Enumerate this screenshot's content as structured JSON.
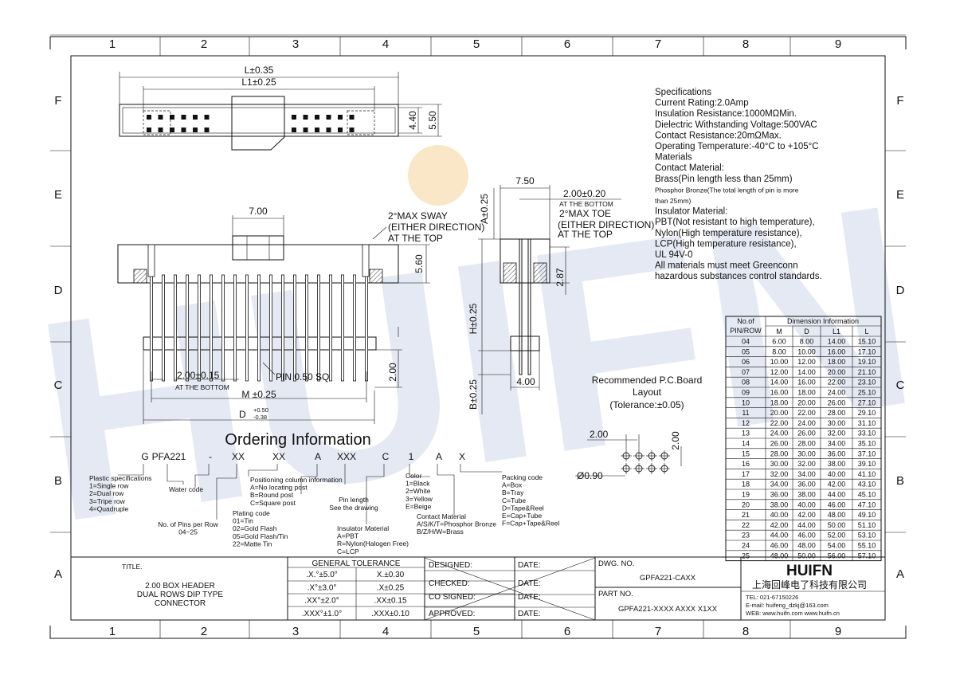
{
  "zones": {
    "columns": [
      "1",
      "2",
      "3",
      "4",
      "5",
      "6",
      "7",
      "8",
      "9"
    ],
    "rows": [
      "F",
      "E",
      "D",
      "C",
      "B",
      "A"
    ]
  },
  "top_view": {
    "l": "L±0.35",
    "l1": "L1±0.25",
    "h1": "4.40",
    "h2": "5.50"
  },
  "front_view": {
    "w_700": "7.00",
    "sway_1": "2°MAX SWAY",
    "sway_2": "(EITHER DIRECTION)",
    "sway_3": "AT THE TOP",
    "h_560": "5.60",
    "h_200": "2.00",
    "pitch": "2.00±0.15",
    "pitch_note": "AT THE BOTTOM",
    "pin": "PIN 0.50 SQ",
    "m": "M ±0.25",
    "d": "D",
    "d_plus": "+0.50",
    "d_minus": "-0.38"
  },
  "side_view": {
    "w_750": "7.50",
    "a": "A±0.25",
    "pitch": "2.00±0.20",
    "pitch_note": "AT THE BOTTOM",
    "toe_1": "2°MAX TOE",
    "toe_2": "(EITHER DIRECTION)",
    "toe_3": "AT THE TOP",
    "h_287": "2.87",
    "h": "H±0.25",
    "b": "B±0.25",
    "w_400": "4.00"
  },
  "pcb": {
    "title_1": "Recommended P.C.Board",
    "title_2": "Layout",
    "title_3": "(Tolerance:±0.05)",
    "pitch_x": "2.00",
    "pitch_y": "2.00",
    "hole": "Ø0.90"
  },
  "specs": [
    "Specifications",
    "Current Rating:2.0Amp",
    "Insulation  Resistance:1000MΩMin.",
    "Dielectric  Withstanding  Voltage:500VAC",
    "Contact  Resistance:20mΩMax.",
    "Operating  Temperature:-40°C  to  +105°C",
    "Materials",
    "Contact  Material:",
    "Brass(Pin  length  less  than  25mm)",
    "Phosphor Bronze(The total length of pin is more",
    "than 25mm)",
    "Insulator  Material:",
    "PBT(Not  resistant  to  high  temperature),",
    "Nylon(High  temperature  resistance),",
    "LCP(High  temperature  resistance),",
    "UL  94V-0",
    "All  materials  must  meet  Greenconn",
    "hazardous  substances  control  standards."
  ],
  "dim_table": {
    "head_left_1": "No.of",
    "head_left_2": "PIN/ROW",
    "head_right": "Dimension  Information",
    "cols": [
      "M",
      "D",
      "L1",
      "L"
    ],
    "rows": [
      [
        "04",
        "6.00",
        "8.00",
        "14.00",
        "15.10"
      ],
      [
        "05",
        "8.00",
        "10.00",
        "16.00",
        "17.10"
      ],
      [
        "06",
        "10.00",
        "12.00",
        "18.00",
        "19.10"
      ],
      [
        "07",
        "12.00",
        "14.00",
        "20.00",
        "21.10"
      ],
      [
        "08",
        "14.00",
        "16.00",
        "22.00",
        "23.10"
      ],
      [
        "09",
        "16.00",
        "18.00",
        "24.00",
        "25.10"
      ],
      [
        "10",
        "18.00",
        "20.00",
        "26.00",
        "27.10"
      ],
      [
        "11",
        "20.00",
        "22.00",
        "28.00",
        "29.10"
      ],
      [
        "12",
        "22.00",
        "24.00",
        "30.00",
        "31.10"
      ],
      [
        "13",
        "24.00",
        "26.00",
        "32.00",
        "33.10"
      ],
      [
        "14",
        "26.00",
        "28.00",
        "34.00",
        "35.10"
      ],
      [
        "15",
        "28.00",
        "30.00",
        "36.00",
        "37.10"
      ],
      [
        "16",
        "30.00",
        "32.00",
        "38.00",
        "39.10"
      ],
      [
        "17",
        "32.00",
        "34.00",
        "40.00",
        "41.10"
      ],
      [
        "18",
        "34.00",
        "36.00",
        "42.00",
        "43.10"
      ],
      [
        "19",
        "36.00",
        "38.00",
        "44.00",
        "45.10"
      ],
      [
        "20",
        "38.00",
        "40.00",
        "46.00",
        "47.10"
      ],
      [
        "21",
        "40.00",
        "42.00",
        "48.00",
        "49.10"
      ],
      [
        "22",
        "42.00",
        "44.00",
        "50.00",
        "51.10"
      ],
      [
        "23",
        "44.00",
        "46.00",
        "52.00",
        "53.10"
      ],
      [
        "24",
        "46.00",
        "48.00",
        "54.00",
        "55.10"
      ],
      [
        "25",
        "48.00",
        "50.00",
        "56.00",
        "57.10"
      ]
    ]
  },
  "ordering": {
    "title": "Ordering  Information",
    "code": [
      "G",
      "PFA221",
      "-",
      "XX",
      "XX",
      "A",
      "XXX",
      "C",
      "1",
      "A",
      "X"
    ],
    "plastic": [
      "Plastic  specifications",
      "1=Single  row",
      "2=Dual  row",
      "3=Tripe  row",
      "4=Quadruple"
    ],
    "water": "Water  code",
    "pins": [
      "No. of Pins per Row",
      "04~25"
    ],
    "positioning": [
      "Positioning  column  information",
      "A=No  locating  post",
      "B=Round  post",
      "C=Square  post"
    ],
    "plating": [
      "Plating  code",
      "01=Tin",
      "02=Gold  Flash",
      "05=Gold  Flash/Tin",
      "22=Matte  Tin"
    ],
    "pin_length": [
      "Pin  length",
      "See  the  drawing"
    ],
    "insulator": [
      "Insulator  Material",
      "A=PBT",
      "R=Nylon(Halogen  Free)",
      "C=LCP"
    ],
    "color": [
      "Color",
      "1=Black",
      "2=White",
      "3=Yellow",
      "E=Beige"
    ],
    "contact": [
      "Contact  Material",
      "A/S/K/T=Phosphor  Bronze",
      "B/Z/H/W=Brass"
    ],
    "packing": [
      "Packing  code",
      "A=Box",
      "B=Tray",
      "C=Tube",
      "D=Tape&Reel",
      "E=Cap+Tube",
      "F=Cap+Tape&Reel"
    ]
  },
  "title_block": {
    "title_label": "TITLE.",
    "title_lines": [
      "2.00  BOX  HEADER",
      "DUAL  ROWS  DIP  TYPE",
      "CONNECTOR"
    ],
    "tol_title": "GENERAL  TOLERANCE",
    "tol": [
      [
        ".X.°±5.0°",
        "X.±0.30"
      ],
      [
        ".X°±3.0°",
        ".X±0.25"
      ],
      [
        ".XX°±2.0°",
        ".XX±0.15"
      ],
      [
        ".XXX°±1.0°",
        ".XXX±0.10"
      ]
    ],
    "sign": [
      "DESIGNED:",
      "CHECKED:",
      "CO  SIGNED:",
      "APPROVED:"
    ],
    "date": "DATE:",
    "dwg_label": "DWG.  NO.",
    "dwg_no": "GPFA221-CAXX",
    "part_label": "PART  NO.",
    "part_no": "GPFA221-XXXX  AXXX  X1XX",
    "logo": "HUIFN",
    "company": "上海回峰电了科技有限公司",
    "tel": "TEL:  021-67150226",
    "email": "E-mail:  huifeng_dzkj@163.com",
    "web": "WEB:  www.huifn.com  www.huifn.cn"
  },
  "watermark": "HUIFN",
  "colors": {
    "ink": "#111111",
    "watermark": "#cfd8ea",
    "accent": "#f5d49a"
  }
}
